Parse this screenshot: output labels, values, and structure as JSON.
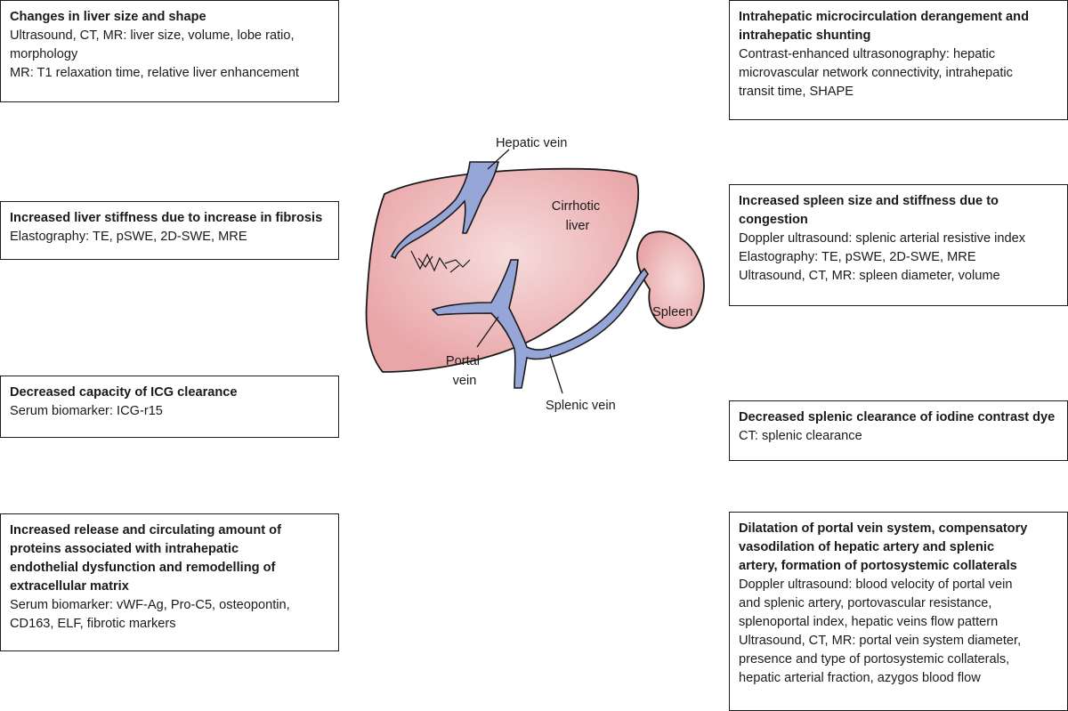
{
  "boxes": {
    "liver_size": {
      "title": "Changes in liver size and shape",
      "lines": [
        "Ultrasound, CT, MR: liver size, volume, lobe ratio,",
        "morphology",
        "MR: T1 relaxation time, relative liver enhancement"
      ]
    },
    "microcirc": {
      "title_lines": [
        "Intrahepatic microcirculation derangement and",
        "intrahepatic shunting"
      ],
      "lines": [
        "Contrast-enhanced ultrasonography: hepatic",
        "microvascular network connectivity, intrahepatic",
        "transit time, SHAPE"
      ]
    },
    "stiffness": {
      "title": "Increased liver stiffness due to increase in fibrosis",
      "lines": [
        "Elastography: TE, pSWE, 2D-SWE, MRE"
      ]
    },
    "spleen": {
      "title_lines": [
        "Increased spleen size and stiffness due to",
        "congestion"
      ],
      "lines": [
        "Doppler ultrasound: splenic arterial resistive index",
        "Elastography: TE, pSWE, 2D-SWE, MRE",
        "Ultrasound, CT, MR: spleen diameter, volume"
      ]
    },
    "icg": {
      "title": "Decreased capacity of ICG clearance",
      "lines": [
        "Serum biomarker: ICG-r15"
      ]
    },
    "splenic_clear": {
      "title": "Decreased splenic clearance of iodine contrast dye",
      "lines": [
        "CT: splenic clearance"
      ]
    },
    "proteins": {
      "title_lines": [
        "Increased release and circulating amount of",
        "proteins associated with intrahepatic",
        "endothelial dysfunction and remodelling of",
        "extracellular matrix"
      ],
      "lines": [
        "Serum biomarker: vWF-Ag, Pro-C5, osteopontin,",
        "CD163, ELF, fibrotic markers"
      ]
    },
    "portal": {
      "title_lines": [
        "Dilatation of portal vein system, compensatory",
        "vasodilation of hepatic artery and splenic",
        "artery, formation of portosystemic collaterals"
      ],
      "lines": [
        "Doppler ultrasound: blood velocity of portal vein",
        "and splenic artery, portovascular resistance,",
        "splenoportal index, hepatic veins flow pattern",
        "Ultrasound, CT, MR: portal vein system diameter,",
        "presence and type of portosystemic collaterals,",
        "hepatic arterial fraction, azygos blood flow"
      ]
    }
  },
  "diagram_labels": {
    "hepatic_vein": "Hepatic vein",
    "cirrhotic_liver": [
      "Cirrhotic",
      "liver"
    ],
    "spleen": "Spleen",
    "portal_vein": [
      "Portal",
      "vein"
    ],
    "splenic_vein": "Splenic vein"
  },
  "colors": {
    "liver_fill": "#e9a5a8",
    "liver_center": "#f6dcdc",
    "vein_fill": "#97a6d8",
    "outline": "#1a1a1a"
  }
}
